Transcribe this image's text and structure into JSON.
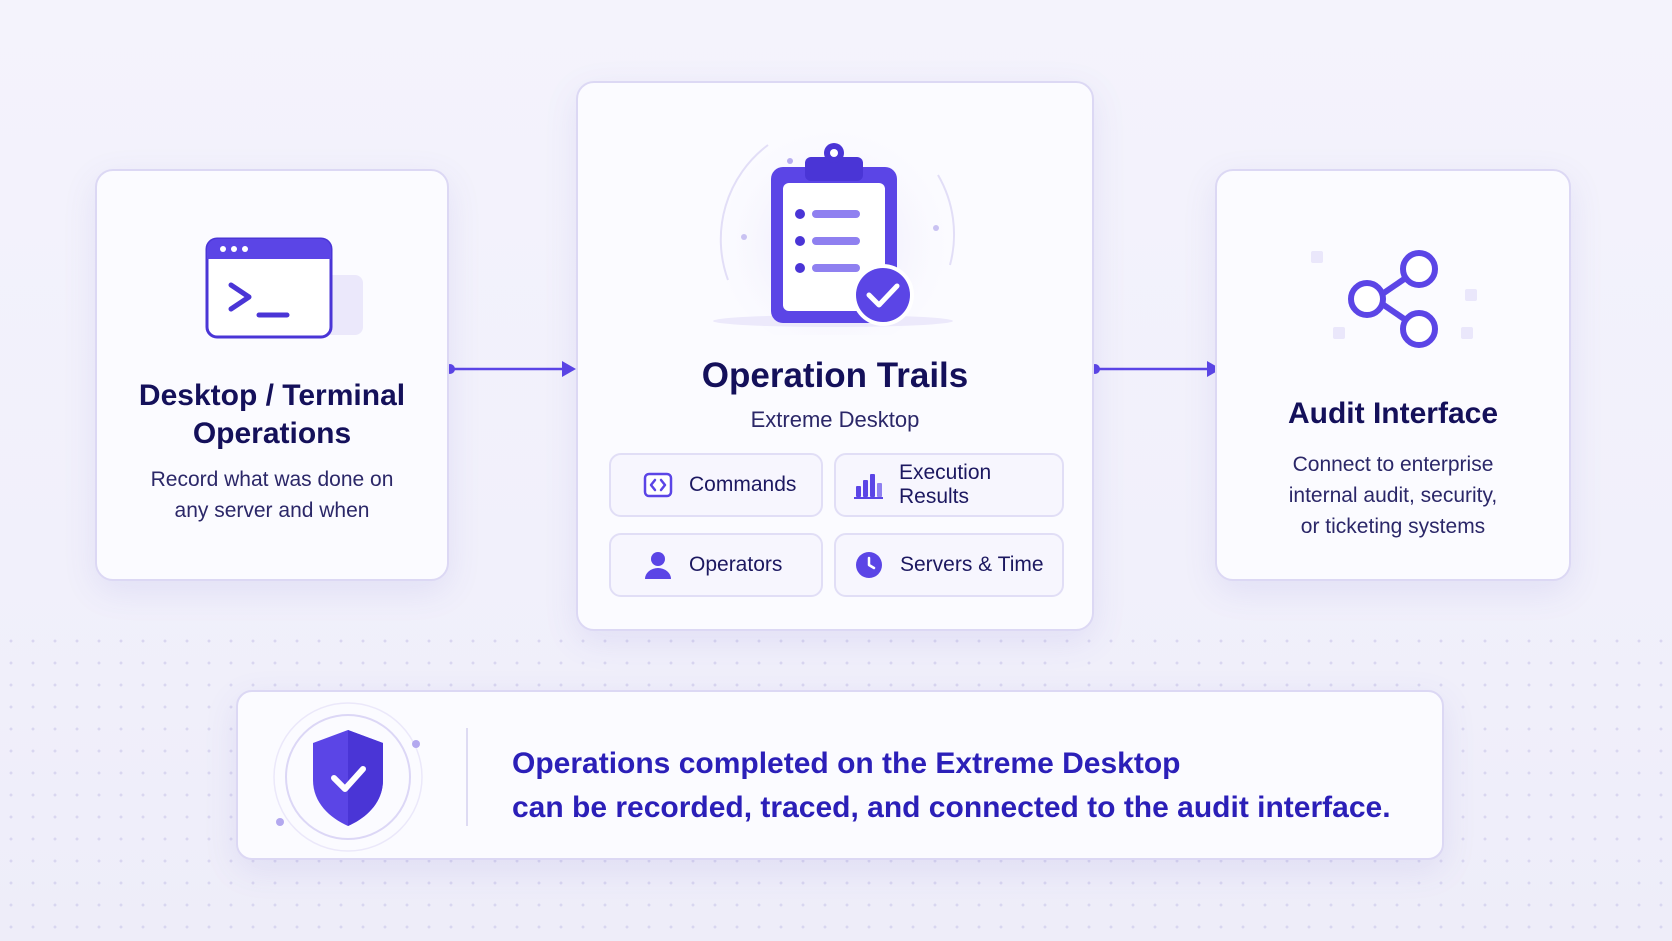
{
  "left_card": {
    "title_line1": "Desktop / Terminal",
    "title_line2": "Operations",
    "desc_line1": "Record what was done on",
    "desc_line2": "any server and when"
  },
  "center_card": {
    "title": "Operation Trails",
    "subtitle": "Extreme Desktop",
    "chips": [
      {
        "label": "Commands",
        "icon": "code-brackets-icon"
      },
      {
        "label": "Execution Results",
        "icon": "bar-chart-icon"
      },
      {
        "label": "Operators",
        "icon": "user-icon"
      },
      {
        "label": "Servers & Time",
        "icon": "clock-icon"
      }
    ]
  },
  "right_card": {
    "title": "Audit Interface",
    "desc_line1": "Connect to enterprise",
    "desc_line2": "internal audit, security,",
    "desc_line3": "or ticketing systems"
  },
  "banner": {
    "line1": "Operations completed on the Extreme Desktop",
    "line2": "can be recorded, traced, and connected to the audit interface."
  },
  "colors": {
    "accent": "#5b45e6",
    "accent_dark": "#2b1fb8",
    "title": "#14105a",
    "card_border": "#dcd8f4"
  }
}
